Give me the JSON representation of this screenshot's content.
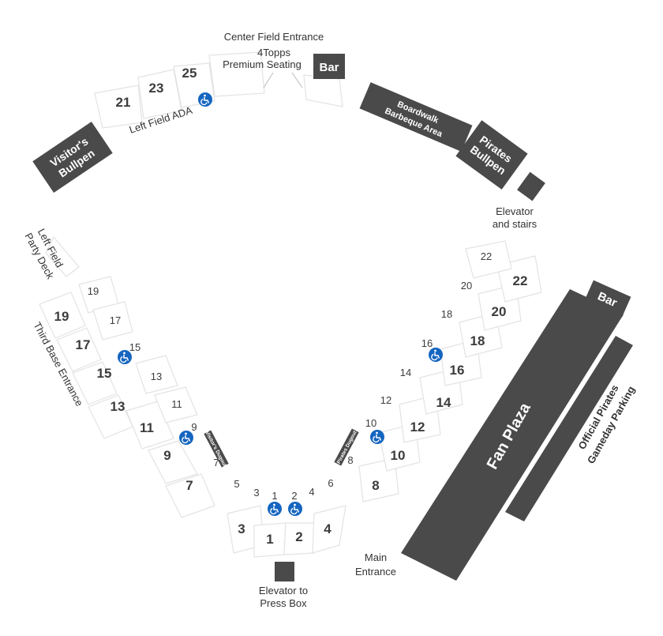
{
  "colors": {
    "dark_block": "#4a4a4a",
    "ada_blue": "#1565c0",
    "section_outline": "#e3e3e3",
    "text": "#333333"
  },
  "labels": {
    "center_field_entrance": "Center Field Entrance",
    "premium_seating_1": "4Topps",
    "premium_seating_2": "Premium Seating",
    "bar_top": "Bar",
    "bar_right": "Bar",
    "boardwalk_1": "Boardwalk",
    "boardwalk_2": "Barbeque Area",
    "pirates_bullpen_1": "Pirates",
    "pirates_bullpen_2": "Bullpen",
    "visitors_bullpen_1": "Visitor's",
    "visitors_bullpen_2": "Bullpen",
    "left_field_ada": "Left Field ADA",
    "elevator_stairs_1": "Elevator",
    "elevator_stairs_2": "and stairs",
    "left_field_party_1": "Left Field",
    "left_field_party_2": "Party Deck",
    "third_base_entrance": "Third Base Entrance",
    "fan_plaza": "Fan Plaza",
    "parking_1": "Official Pirates",
    "parking_2": "Gameday Parking",
    "main_entrance_1": "Main",
    "main_entrance_2": "Entrance",
    "press_box_1": "Elevator to",
    "press_box_2": "Press Box",
    "visitors_dugout": "Visitor's Dugout",
    "pirates_dugout": "Pirates Dugout"
  },
  "sections": {
    "s21": "21",
    "s23": "23",
    "s25": "25",
    "l19": "19",
    "l17": "17",
    "l15": "15",
    "l13": "13",
    "l11": "11",
    "l9": "9",
    "l7": "7",
    "l3": "3",
    "u19": "19",
    "u17": "17",
    "u15": "15",
    "u13": "13",
    "u11": "11",
    "u9": "9",
    "u7": "7",
    "u5": "5",
    "u3": "3",
    "c1": "1",
    "c2": "2",
    "b1": "1",
    "b2": "2",
    "r4": "4",
    "r8": "8",
    "r10": "10",
    "r12": "12",
    "r14": "14",
    "r16": "16",
    "r18": "18",
    "r20": "20",
    "r22": "22",
    "v4": "4",
    "v6": "6",
    "v8": "8",
    "v10": "10",
    "v12": "12",
    "v14": "14",
    "v16": "16",
    "v18": "18",
    "v20": "20",
    "v22": "22"
  },
  "icons": {
    "ada": "wheelchair-icon"
  }
}
